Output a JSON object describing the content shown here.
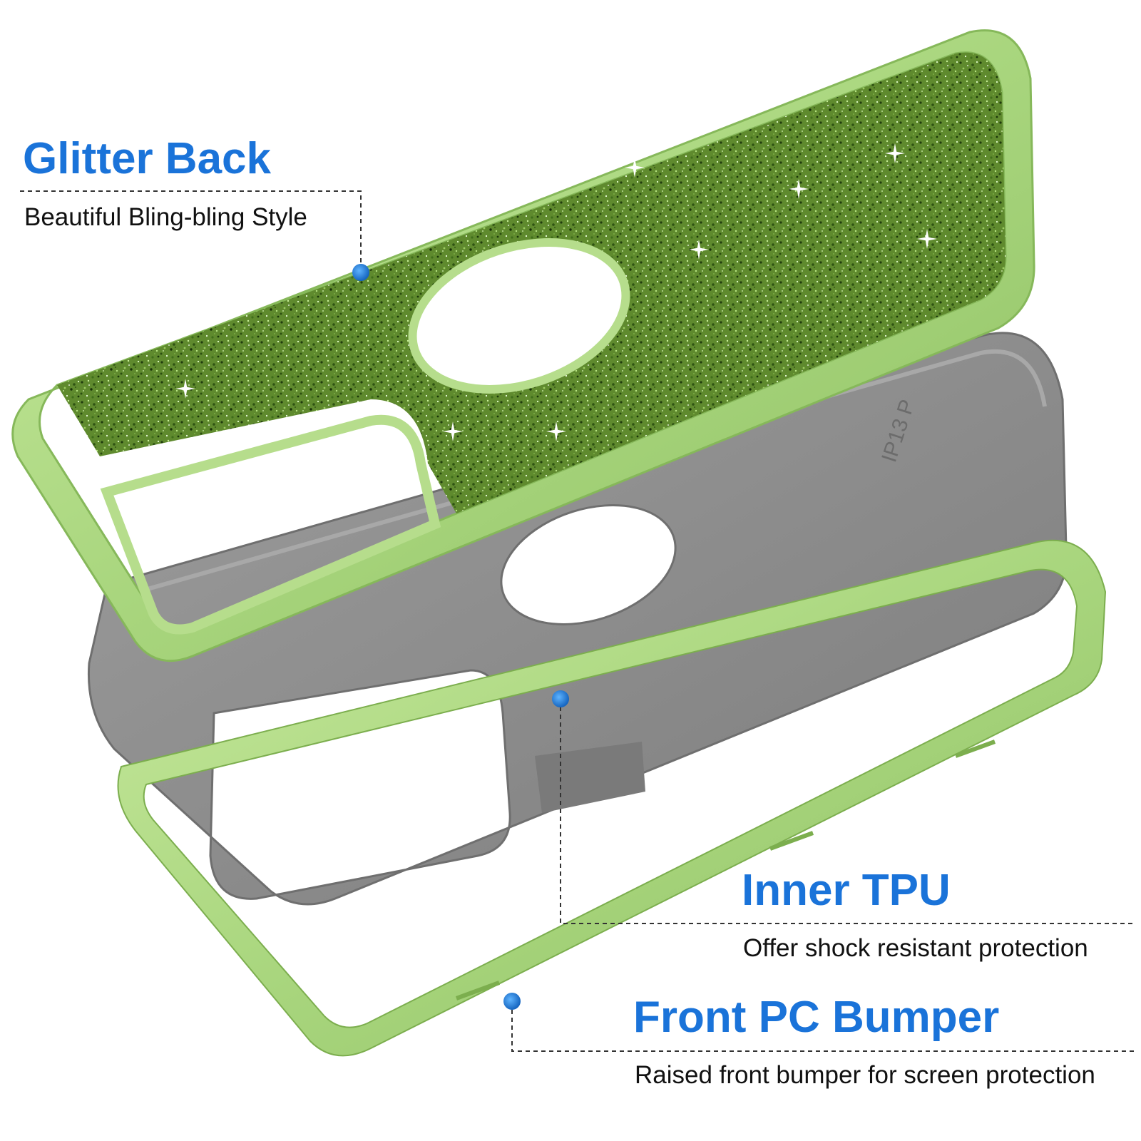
{
  "callouts": {
    "glitter_back": {
      "title": "Glitter Back",
      "description": "Beautiful Bling-bling Style"
    },
    "inner_tpu": {
      "title": "Inner TPU",
      "description": "Offer shock resistant protection"
    },
    "front_bumper": {
      "title": "Front PC Bumper",
      "description": "Raised front bumper for screen protection"
    }
  },
  "tpu_embossed_text": "IP13 P",
  "colors": {
    "accent_blue": "#1a73d9",
    "shell_green": "#a7d47b",
    "glitter_green": "#5f8a2e",
    "tpu_gray": "#8e8e8e",
    "text_dark": "#111111",
    "marker_blue": "#1e88e5"
  }
}
